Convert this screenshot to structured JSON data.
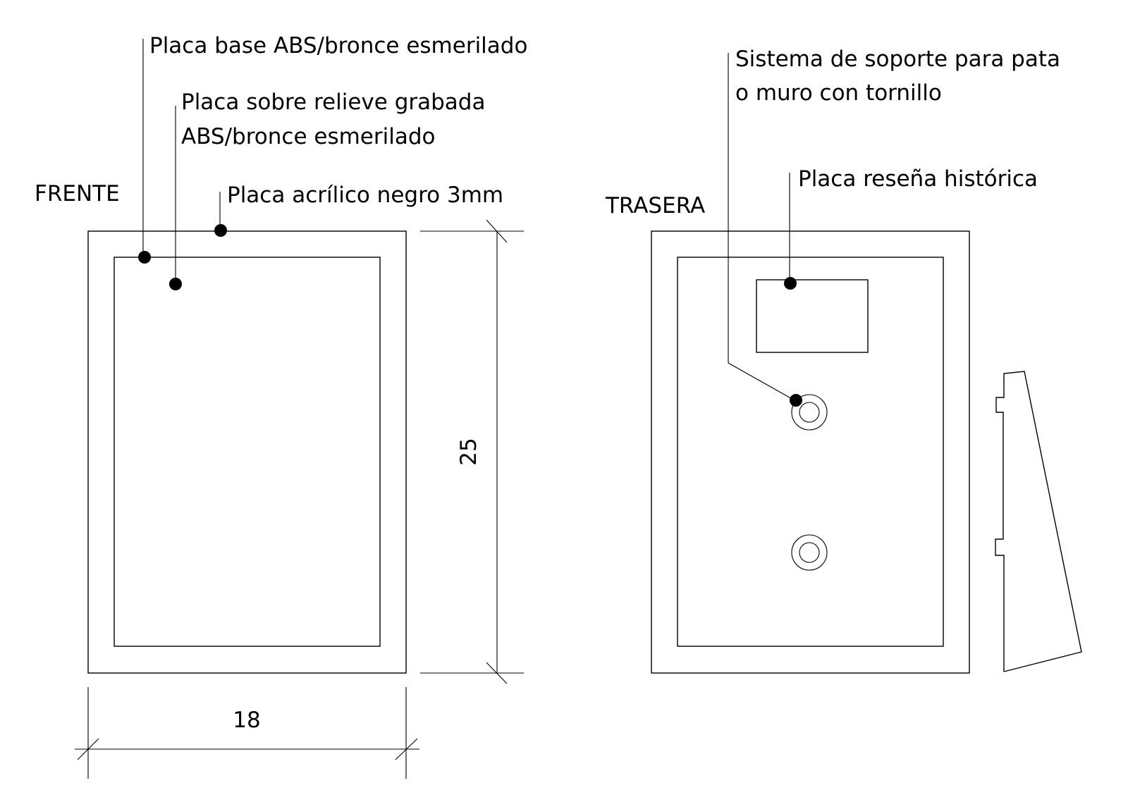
{
  "labels": {
    "front_title": "FRENTE",
    "back_title": "TRASERA",
    "front_base_plate": "Placa base ABS/bronce esmerilado",
    "front_relief_plate_line1": "Placa sobre relieve grabada",
    "front_relief_plate_line2": "ABS/bronce esmerilado",
    "front_acrylic_plate": "Placa acrílico negro 3mm",
    "back_support_line1": "Sistema de soporte para pata",
    "back_support_line2": "o muro con tornillo",
    "back_history_plate": "Placa reseña histórica"
  },
  "dimensions": {
    "height": "25",
    "width": "18"
  },
  "colors": {
    "line": "#000000",
    "background": "#ffffff"
  }
}
